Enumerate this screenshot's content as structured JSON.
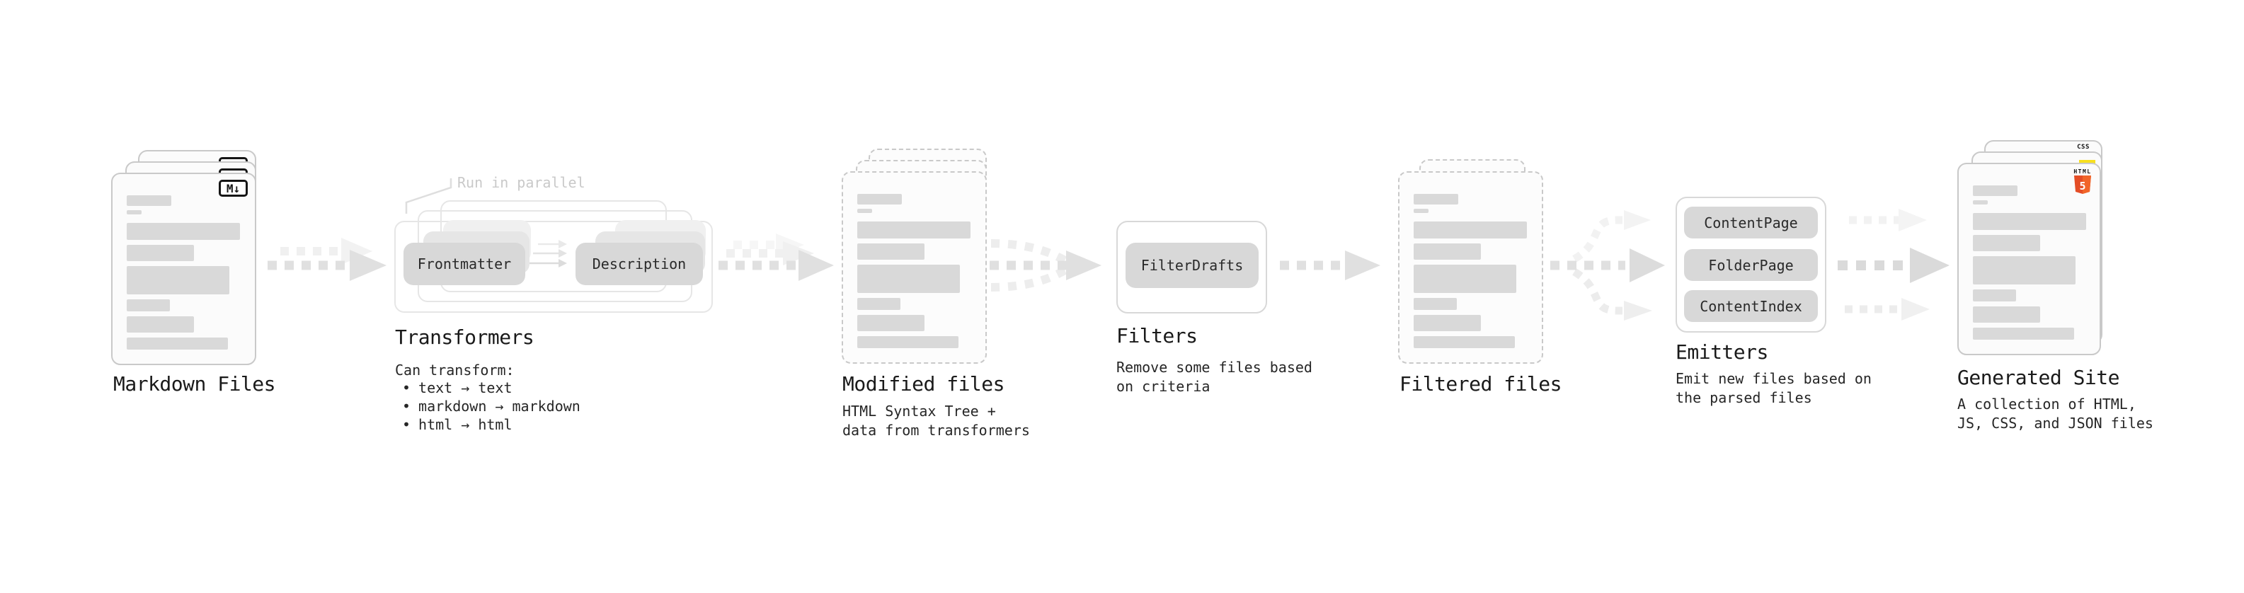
{
  "stages": {
    "markdown": {
      "label": "Markdown Files",
      "icon_label": "M↓"
    },
    "transformers": {
      "label": "Transformers",
      "note": "Run in parallel",
      "chips": [
        "Frontmatter",
        "Description"
      ],
      "desc_title": "Can transform:",
      "bullet": "•",
      "bullets": [
        "text → text",
        "markdown → markdown",
        "html → html"
      ]
    },
    "modified": {
      "label": "Modified files",
      "desc": [
        "HTML Syntax Tree +",
        "data from transformers"
      ]
    },
    "filters": {
      "label": "Filters",
      "chips": [
        "FilterDrafts"
      ],
      "desc": [
        "Remove some files based",
        "on criteria"
      ]
    },
    "filtered": {
      "label": "Filtered files"
    },
    "emitters": {
      "label": "Emitters",
      "chips": [
        "ContentPage",
        "FolderPage",
        "ContentIndex"
      ],
      "desc": [
        "Emit new files based on",
        "the parsed files"
      ]
    },
    "generated": {
      "label": "Generated Site",
      "desc": [
        "A collection of HTML,",
        "JS, CSS, and JSON files"
      ],
      "badges": {
        "css": "CSS",
        "html": "HTML",
        "html5": "5"
      }
    }
  },
  "colors": {
    "html_orange": "#e44d26",
    "html_orange_light": "#f16529",
    "js_yellow": "#f7df1e",
    "css_blue": "#2962f1"
  }
}
